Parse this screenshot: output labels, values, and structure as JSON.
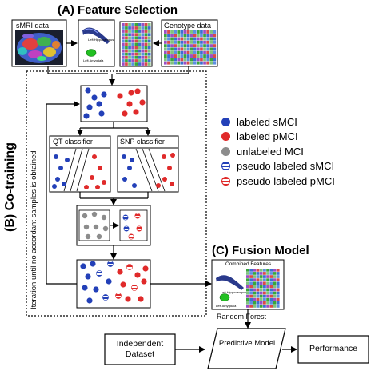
{
  "titles": {
    "feature_selection": "(A) Feature Selection",
    "co_training": "(B) Co-training",
    "fusion_model": "(C) Fusion Model"
  },
  "feature_selection": {
    "smri_label": "sMRI data",
    "genotype_label": "Genotype data",
    "hippocampus_label": "Left Hippocampus",
    "amygdala_label": "Left Amygdala"
  },
  "co_training": {
    "loop_label": "Iteration until no accordant samples is obtained",
    "qt_classifier": "QT classifier",
    "snp_classifier": "SNP classifier"
  },
  "legend": [
    {
      "label": "labeled sMCI",
      "color": "#2340b8",
      "style": "solid"
    },
    {
      "label": "labeled pMCI",
      "color": "#e02a2a",
      "style": "solid"
    },
    {
      "label": "unlabeled MCI",
      "color": "#8c8c8c",
      "style": "solid"
    },
    {
      "label": "pseudo labeled sMCI",
      "color": "#2340b8",
      "style": "striped"
    },
    {
      "label": "pseudo labeled pMCI",
      "color": "#e02a2a",
      "style": "striped"
    }
  ],
  "fusion": {
    "combined_features": "Combined Features",
    "hippocampus_label": "Left Hippocampus",
    "amygdala_label": "Left Amygdala",
    "random_forest": "Random Forest"
  },
  "pipeline": {
    "independent_dataset": "Independent Dataset",
    "predictive_model": "Predictive Model",
    "performance": "Performance"
  }
}
